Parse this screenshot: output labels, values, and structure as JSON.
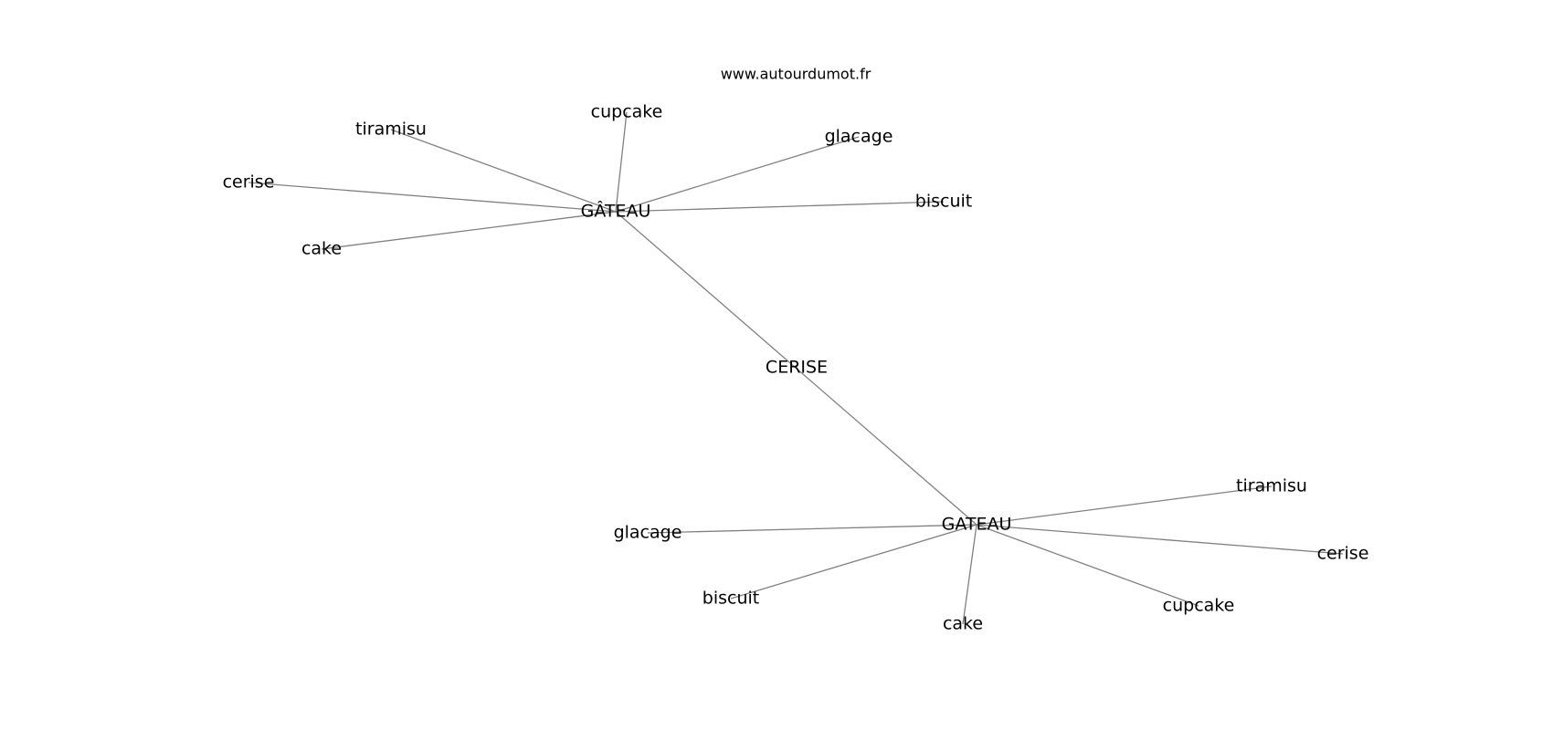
{
  "watermark": "www.autourdumot.fr",
  "colors": {
    "edge": "#808080",
    "text": "#000000",
    "background": "#ffffff"
  },
  "graph": {
    "nodes": [
      {
        "id": "gateau_accent",
        "label": "GÂTEAU"
      },
      {
        "id": "cerise_center",
        "label": "CERISE"
      },
      {
        "id": "gateau_plain",
        "label": "GATEAU"
      },
      {
        "id": "tiramisu_1",
        "label": "tiramisu"
      },
      {
        "id": "cupcake_1",
        "label": "cupcake"
      },
      {
        "id": "glacage_1",
        "label": "glacage"
      },
      {
        "id": "cerise_1",
        "label": "cerise"
      },
      {
        "id": "biscuit_1",
        "label": "biscuit"
      },
      {
        "id": "cake_1",
        "label": "cake"
      },
      {
        "id": "tiramisu_2",
        "label": "tiramisu"
      },
      {
        "id": "glacage_2",
        "label": "glacage"
      },
      {
        "id": "cerise_2",
        "label": "cerise"
      },
      {
        "id": "biscuit_2",
        "label": "biscuit"
      },
      {
        "id": "cupcake_2",
        "label": "cupcake"
      },
      {
        "id": "cake_2",
        "label": "cake"
      }
    ],
    "edges": [
      [
        "gateau_accent",
        "tiramisu_1"
      ],
      [
        "gateau_accent",
        "cupcake_1"
      ],
      [
        "gateau_accent",
        "glacage_1"
      ],
      [
        "gateau_accent",
        "cerise_1"
      ],
      [
        "gateau_accent",
        "biscuit_1"
      ],
      [
        "gateau_accent",
        "cake_1"
      ],
      [
        "gateau_accent",
        "gateau_plain"
      ],
      [
        "gateau_plain",
        "tiramisu_2"
      ],
      [
        "gateau_plain",
        "glacage_2"
      ],
      [
        "gateau_plain",
        "cerise_2"
      ],
      [
        "gateau_plain",
        "biscuit_2"
      ],
      [
        "gateau_plain",
        "cupcake_2"
      ],
      [
        "gateau_plain",
        "cake_2"
      ]
    ]
  }
}
